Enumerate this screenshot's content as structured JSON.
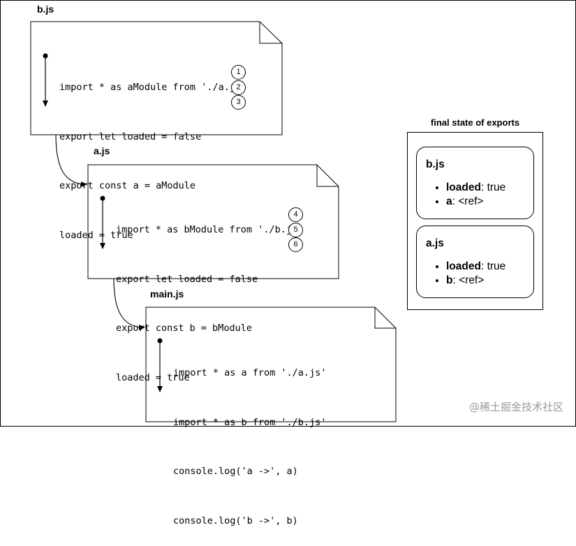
{
  "files": [
    {
      "name": "b.js",
      "lines": [
        "import * as aModule from './a.js'",
        "export let loaded = false",
        "export const a = aModule",
        "loaded = true"
      ],
      "steps": [
        "1",
        "2",
        "3"
      ]
    },
    {
      "name": "a.js",
      "lines": [
        "import * as bModule from './b.js'",
        "export let loaded = false",
        "export const b = bModule",
        "loaded = true"
      ],
      "steps": [
        "4",
        "5",
        "6"
      ]
    },
    {
      "name": "main.js",
      "lines": [
        "import * as a from './a.js'",
        "import * as b from './b.js'",
        "console.log('a ->', a)",
        "console.log('b ->', b)"
      ]
    }
  ],
  "exports_panel": {
    "title": "final state of exports",
    "cards": [
      {
        "title": "b.js",
        "items": [
          {
            "key": "loaded",
            "value": ": true"
          },
          {
            "key": "a",
            "value": ": <ref>"
          }
        ]
      },
      {
        "title": "a.js",
        "items": [
          {
            "key": "loaded",
            "value": ": true"
          },
          {
            "key": "b",
            "value": ": <ref>"
          }
        ]
      }
    ]
  },
  "watermark": "@稀土掘金技术社区"
}
